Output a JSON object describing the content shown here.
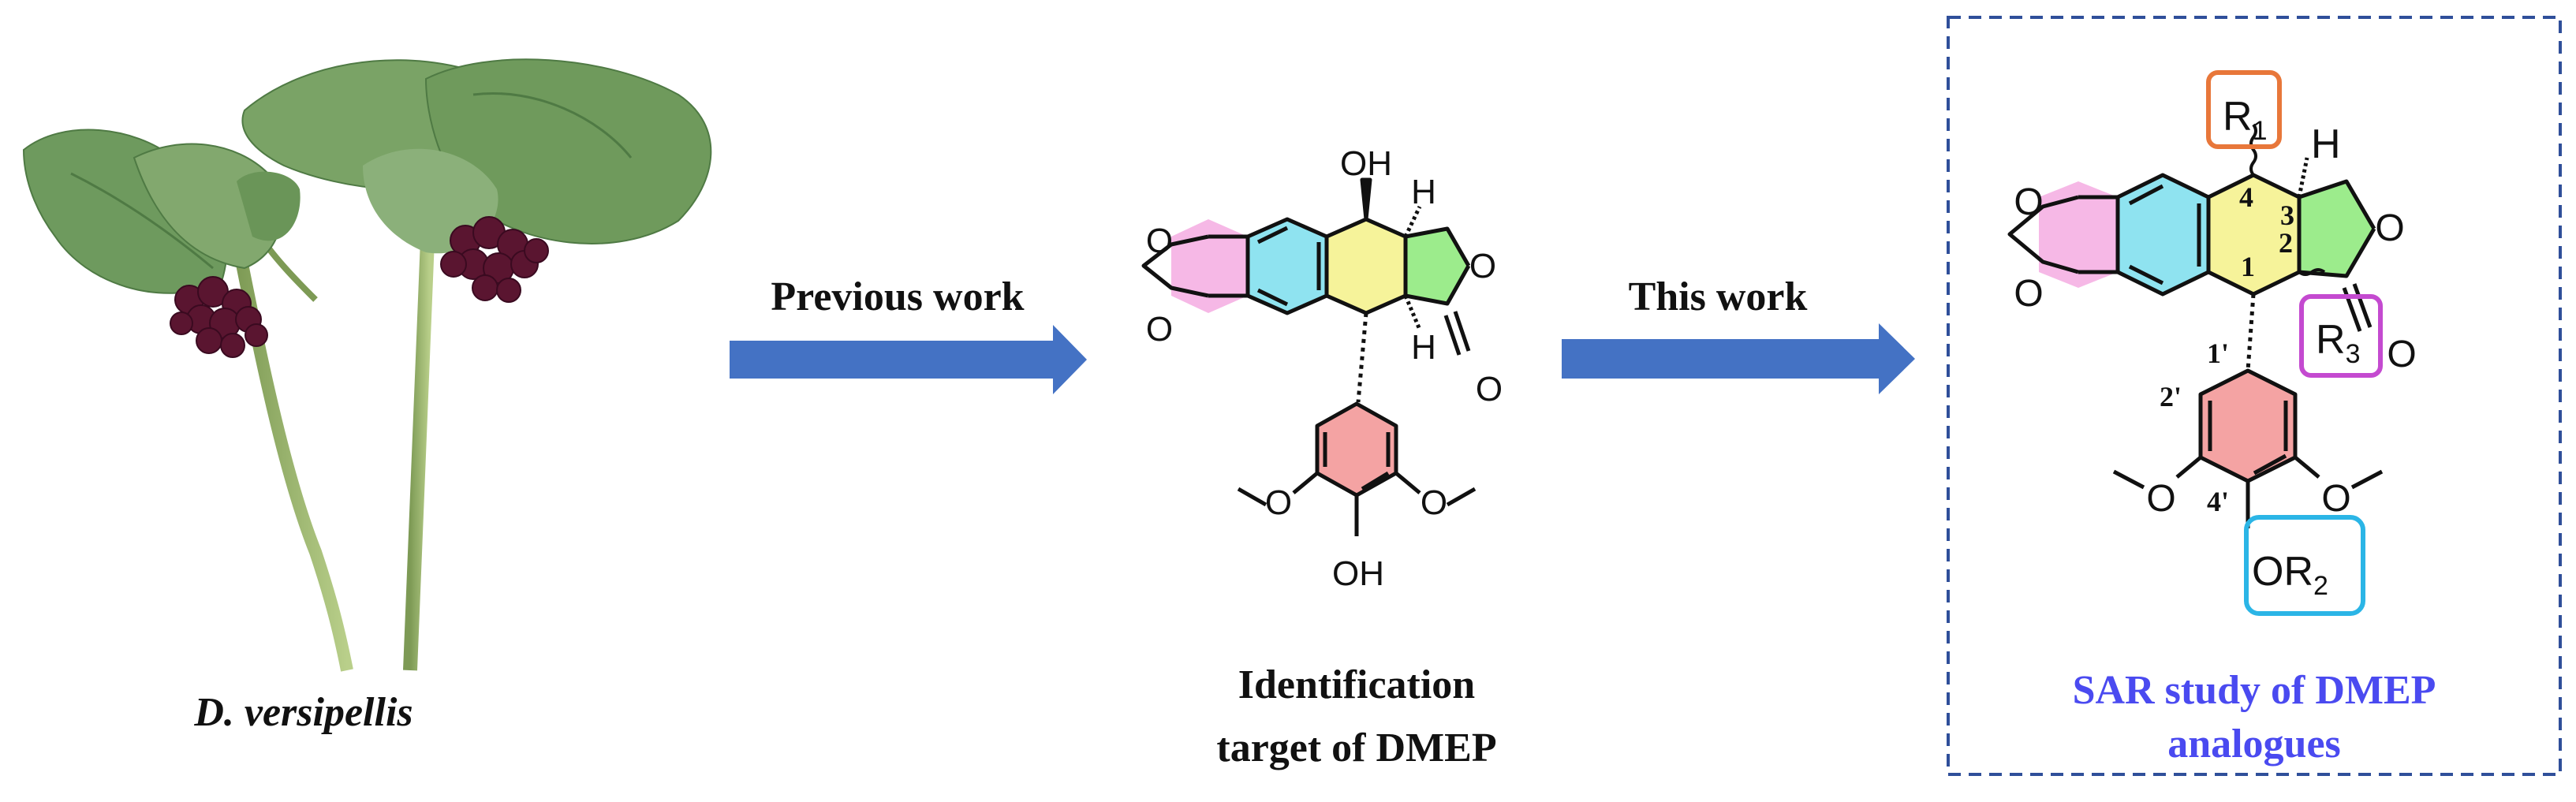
{
  "plant": {
    "caption": "D. versipellis"
  },
  "arrow_left": {
    "label": "Previous work"
  },
  "arrow_right": {
    "label": "This work"
  },
  "middle": {
    "caption_line1": "Identification",
    "caption_line2": "target of DMEP",
    "atoms": {
      "oh_top": "OH",
      "h_top": "H",
      "h_bottom": "H",
      "o_ring": "O",
      "o_carbonyl": "O",
      "o_d1": "O",
      "o_d2": "O",
      "o_ome_l": "O",
      "o_ome_r": "O",
      "oh_bottom": "OH"
    }
  },
  "right": {
    "caption_line1": "SAR study of DMEP",
    "caption_line2": "analogues",
    "caption_color": "#4a4af0",
    "box_color": "#2f4f9a",
    "substituents": {
      "r1": "R",
      "r1_sub": "1",
      "r2": "OR",
      "r2_sub": "2",
      "r3": "R",
      "r3_sub": "3",
      "h": "H"
    },
    "numbering": {
      "n1": "1",
      "n2": "2",
      "n3": "3",
      "n4": "4",
      "n1p": "1'",
      "n2p": "2'",
      "n4p": "4'"
    },
    "atoms": {
      "o_ring": "O",
      "o_carbonyl": "O",
      "o_d1": "O",
      "o_d2": "O",
      "o_ome_l": "O",
      "o_ome_r": "O"
    },
    "highlight_colors": {
      "r1": "#e8773a",
      "r2": "#2bb5e6",
      "r3": "#c44ad0"
    }
  },
  "colors": {
    "arrow": "#4472c4",
    "ring_pink": "#f6b8e6",
    "ring_cyan": "#8fe3f0",
    "ring_yellow": "#f6f39a",
    "ring_green": "#9cec8c",
    "ring_red": "#f4a3a3"
  }
}
